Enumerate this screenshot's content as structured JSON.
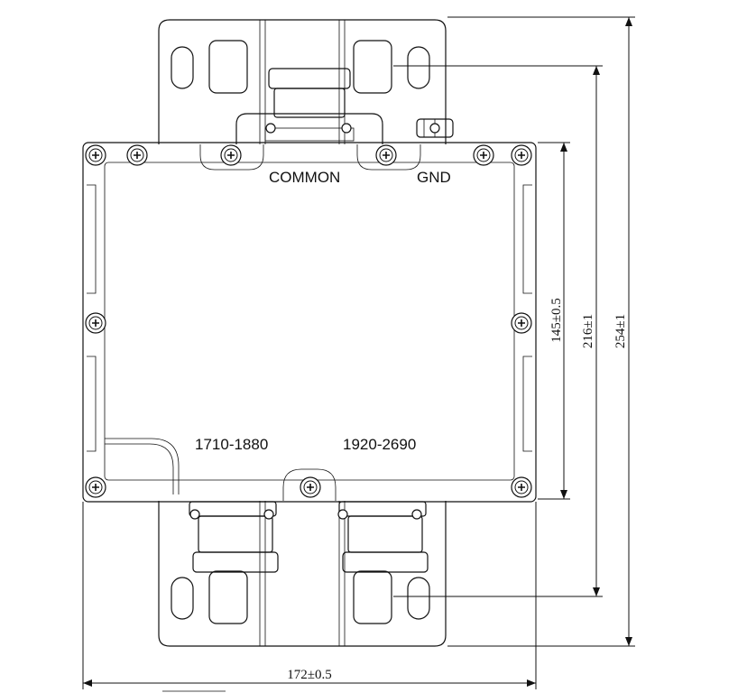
{
  "labels": {
    "common": "COMMON",
    "gnd": "GND",
    "band_low": "1710-1880",
    "band_high": "1920-2690"
  },
  "dimensions": {
    "body_height": "145±0.5",
    "connector_span": "216±1",
    "overall_height": "254±1",
    "body_width": "172±0.5"
  },
  "colors": {
    "line": "#111111",
    "background": "#ffffff"
  }
}
